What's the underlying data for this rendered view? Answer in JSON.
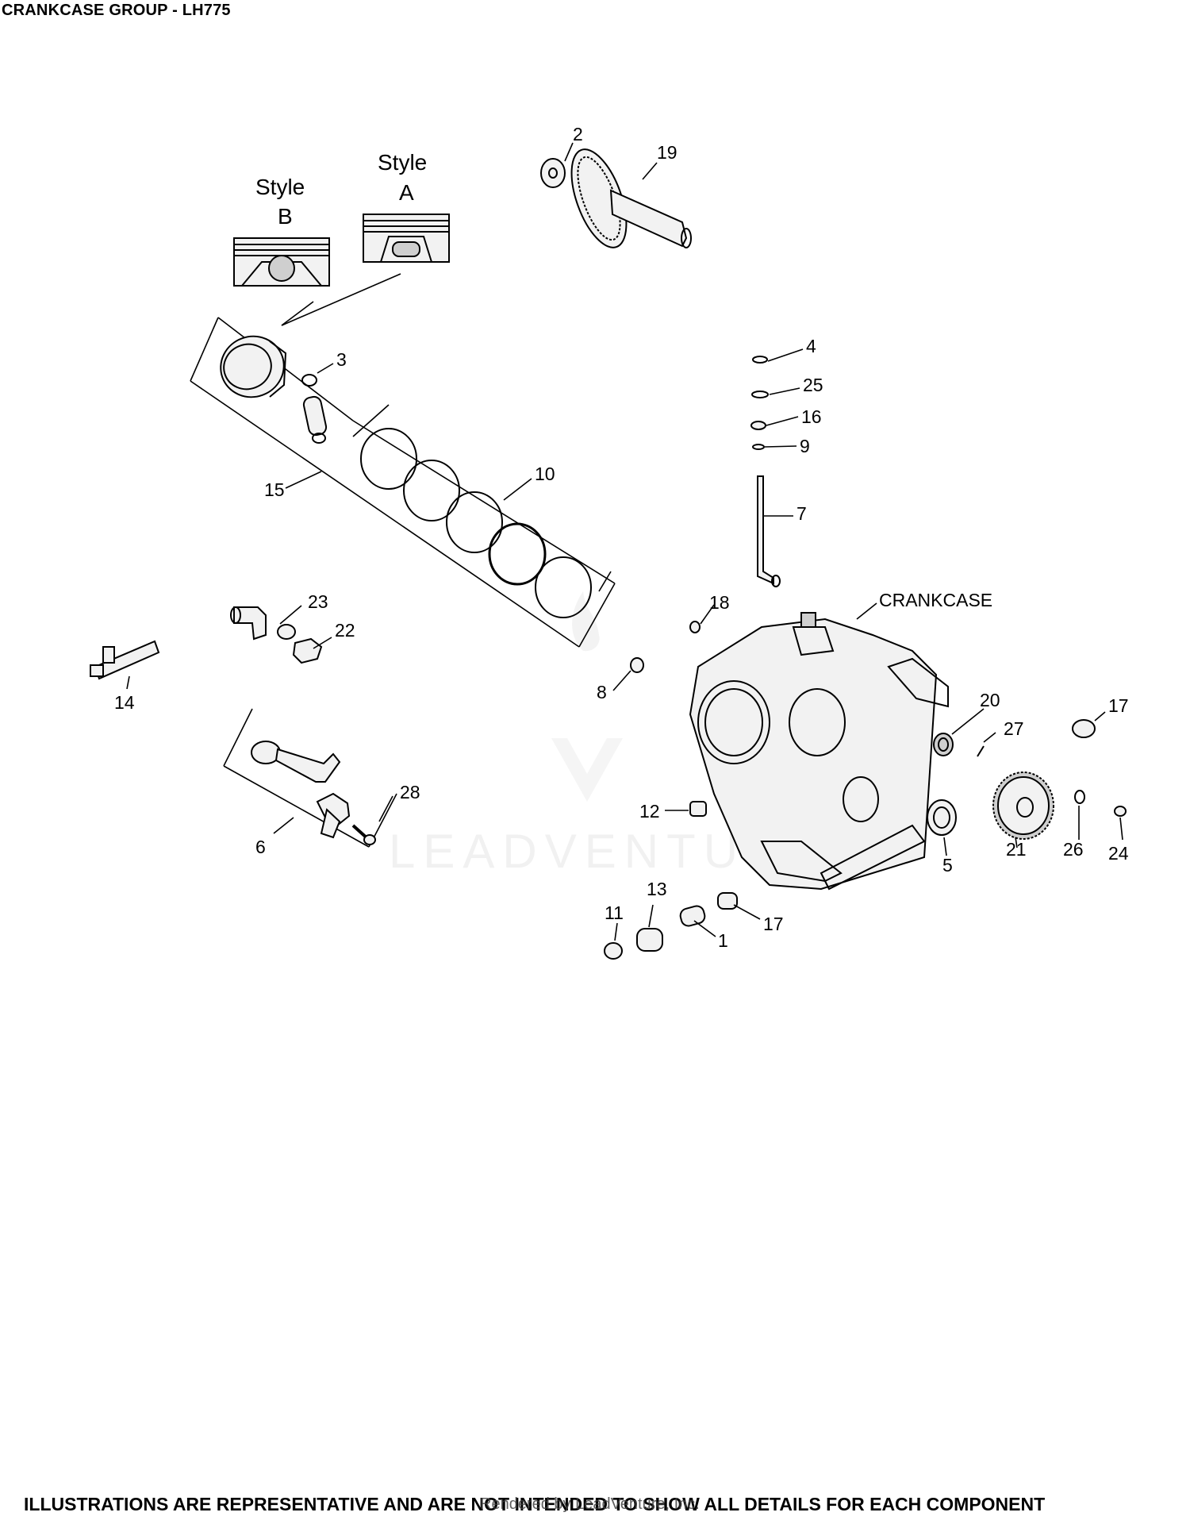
{
  "page": {
    "title": "CRANKCASE GROUP - LH775",
    "footer": "ILLUSTRATIONS ARE REPRESENTATIVE AND ARE NOT INTENDED TO SHOW ALL DETAILS FOR EACH COMPONENT",
    "footer_overlay": "Rendered by LeadVenture, Inc."
  },
  "watermark": {
    "text": "LEADVENTURE"
  },
  "styles": {
    "style_a": "Style\nA",
    "style_b": "Style\nB",
    "style_word": "Style",
    "a": "A",
    "b": "B"
  },
  "callouts": {
    "c1": "1",
    "c2": "2",
    "c3": "3",
    "c4": "4",
    "c5": "5",
    "c6": "6",
    "c7": "7",
    "c8": "8",
    "c9": "9",
    "c10": "10",
    "c11": "11",
    "c12": "12",
    "c13": "13",
    "c14": "14",
    "c15": "15",
    "c16": "16",
    "c17a": "17",
    "c17b": "17",
    "c18": "18",
    "c19": "19",
    "c20": "20",
    "c21": "21",
    "c22": "22",
    "c23": "23",
    "c24": "24",
    "c25": "25",
    "c26": "26",
    "c27": "27",
    "c28": "28",
    "crankcase": "CRANKCASE"
  }
}
